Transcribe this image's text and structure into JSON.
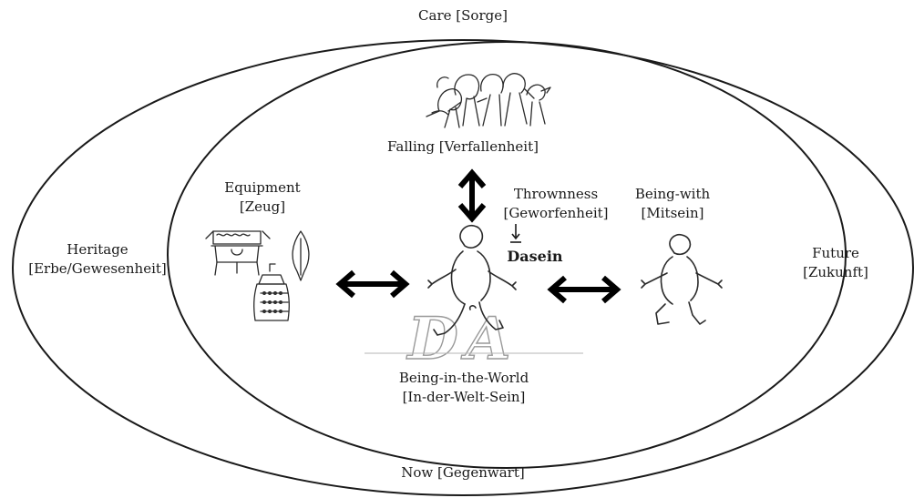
{
  "labels": {
    "care": "Care [Sorge]",
    "now": "Now [Gegenwart]",
    "heritage_1": "Heritage",
    "heritage_2": "[Erbe/Gewesenheit]",
    "future_1": "Future",
    "future_2": "[Zukunft]",
    "falling": "Falling [Verfallenheit]",
    "equipment_1": "Equipment",
    "equipment_2": "[Zeug]",
    "thrownness_1": "Thrownness",
    "thrownness_2": "[Geworfenheit]",
    "being_with_1": "Being-with",
    "being_with_2": "[Mitsein]",
    "dasein": "Dasein",
    "bitw_1": "Being-in-the-World",
    "bitw_2": "[In-der-Welt-Sein]",
    "logo": "DA"
  },
  "icons": {
    "crowd": "crowd-figures-icon",
    "baby_main": "walking-baby-icon",
    "baby_other": "walking-baby-icon",
    "vessel": "ancient-vessel-icon",
    "spearhead": "spearhead-icon",
    "bell": "bronze-bell-icon",
    "logo": "da-logo-icon"
  },
  "colors": {
    "line": "#1a1a1a",
    "arrow": "#000000",
    "background": "#ffffff"
  }
}
